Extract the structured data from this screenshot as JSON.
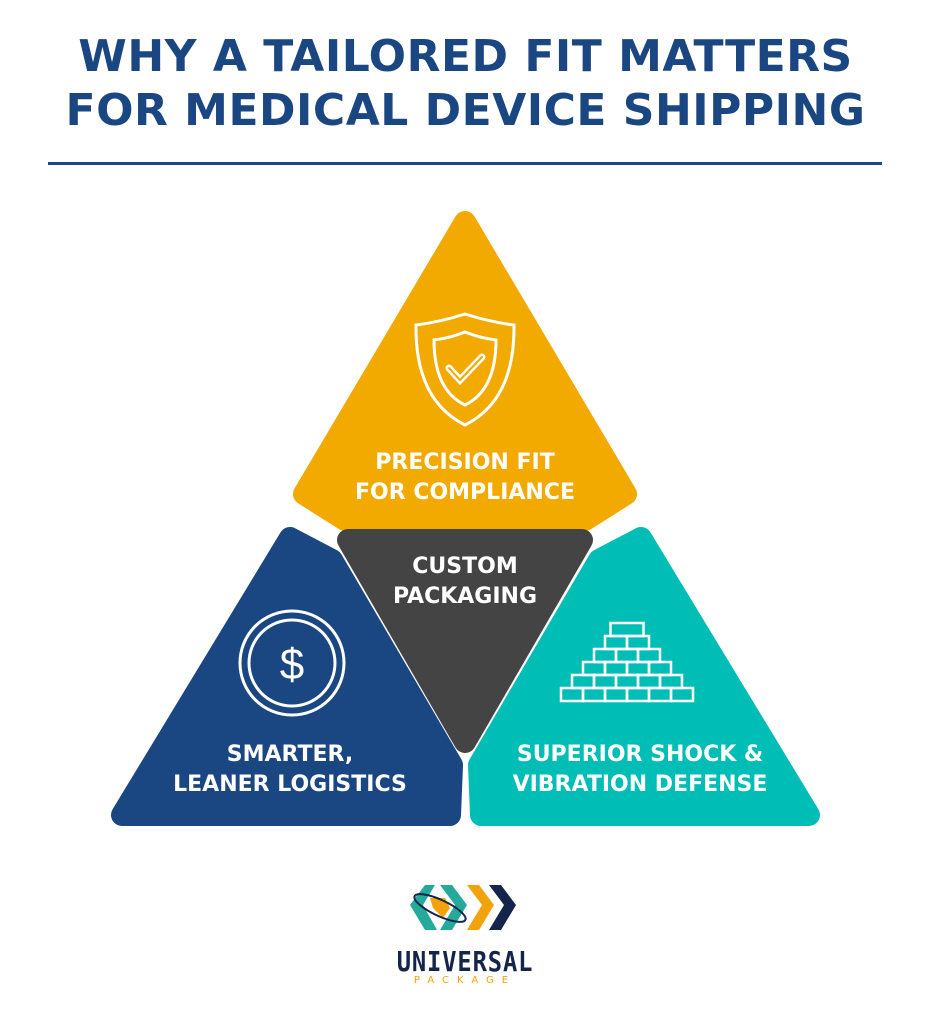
{
  "title": {
    "line1": "WHY A TAILORED FIT MATTERS",
    "line2": "FOR MEDICAL DEVICE SHIPPING"
  },
  "diagram": {
    "center": {
      "line1": "CUSTOM",
      "line2": "PACKAGING",
      "color": "#444444"
    },
    "top": {
      "line1": "PRECISION FIT",
      "line2": "FOR COMPLIANCE",
      "icon": "shield-check-icon",
      "color": "#f2a900"
    },
    "left": {
      "line1": "SMARTER,",
      "line2": "LEANER LOGISTICS",
      "icon": "dollar-coin-icon",
      "color": "#1a4682"
    },
    "right": {
      "line1": "SUPERIOR SHOCK &",
      "line2": "VIBRATION DEFENSE",
      "icon": "brick-pyramid-icon",
      "color": "#00bdb6"
    }
  },
  "logo": {
    "name": "UNIVERSAL",
    "sub": "PACKAGE"
  }
}
